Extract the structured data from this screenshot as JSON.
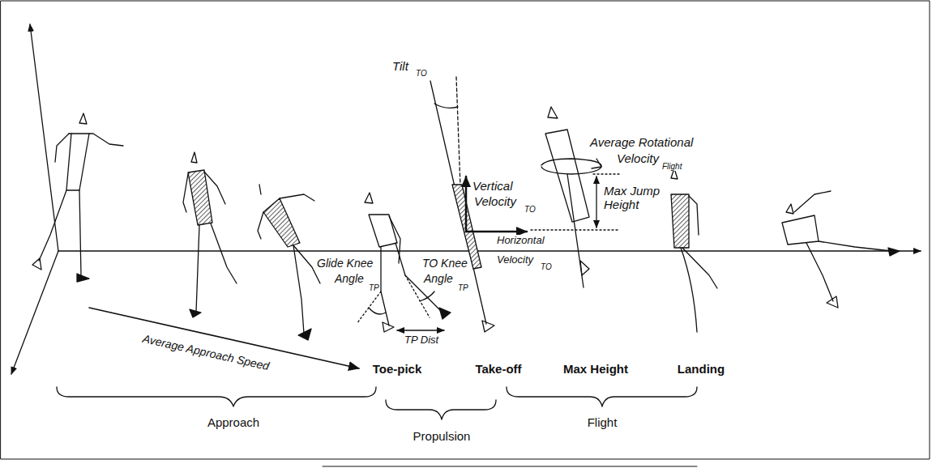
{
  "diagram": {
    "labels": [
      "Tilt",
      "TO",
      "Average Rotational",
      "Velocity",
      "Flight",
      "Vertical",
      "Velocity",
      "TO",
      "Max Jump Height",
      "Horizontal",
      "Velocity",
      "TO",
      "Glide Knee",
      "Angle",
      "TP",
      "TO Knee",
      "Angle",
      "TP",
      "TP Dist",
      "Average Approach Speed",
      "Toe-pick",
      "Take-off",
      "Max Height",
      "Landing",
      "Approach",
      "Propulsion",
      "Flight"
    ]
  }
}
